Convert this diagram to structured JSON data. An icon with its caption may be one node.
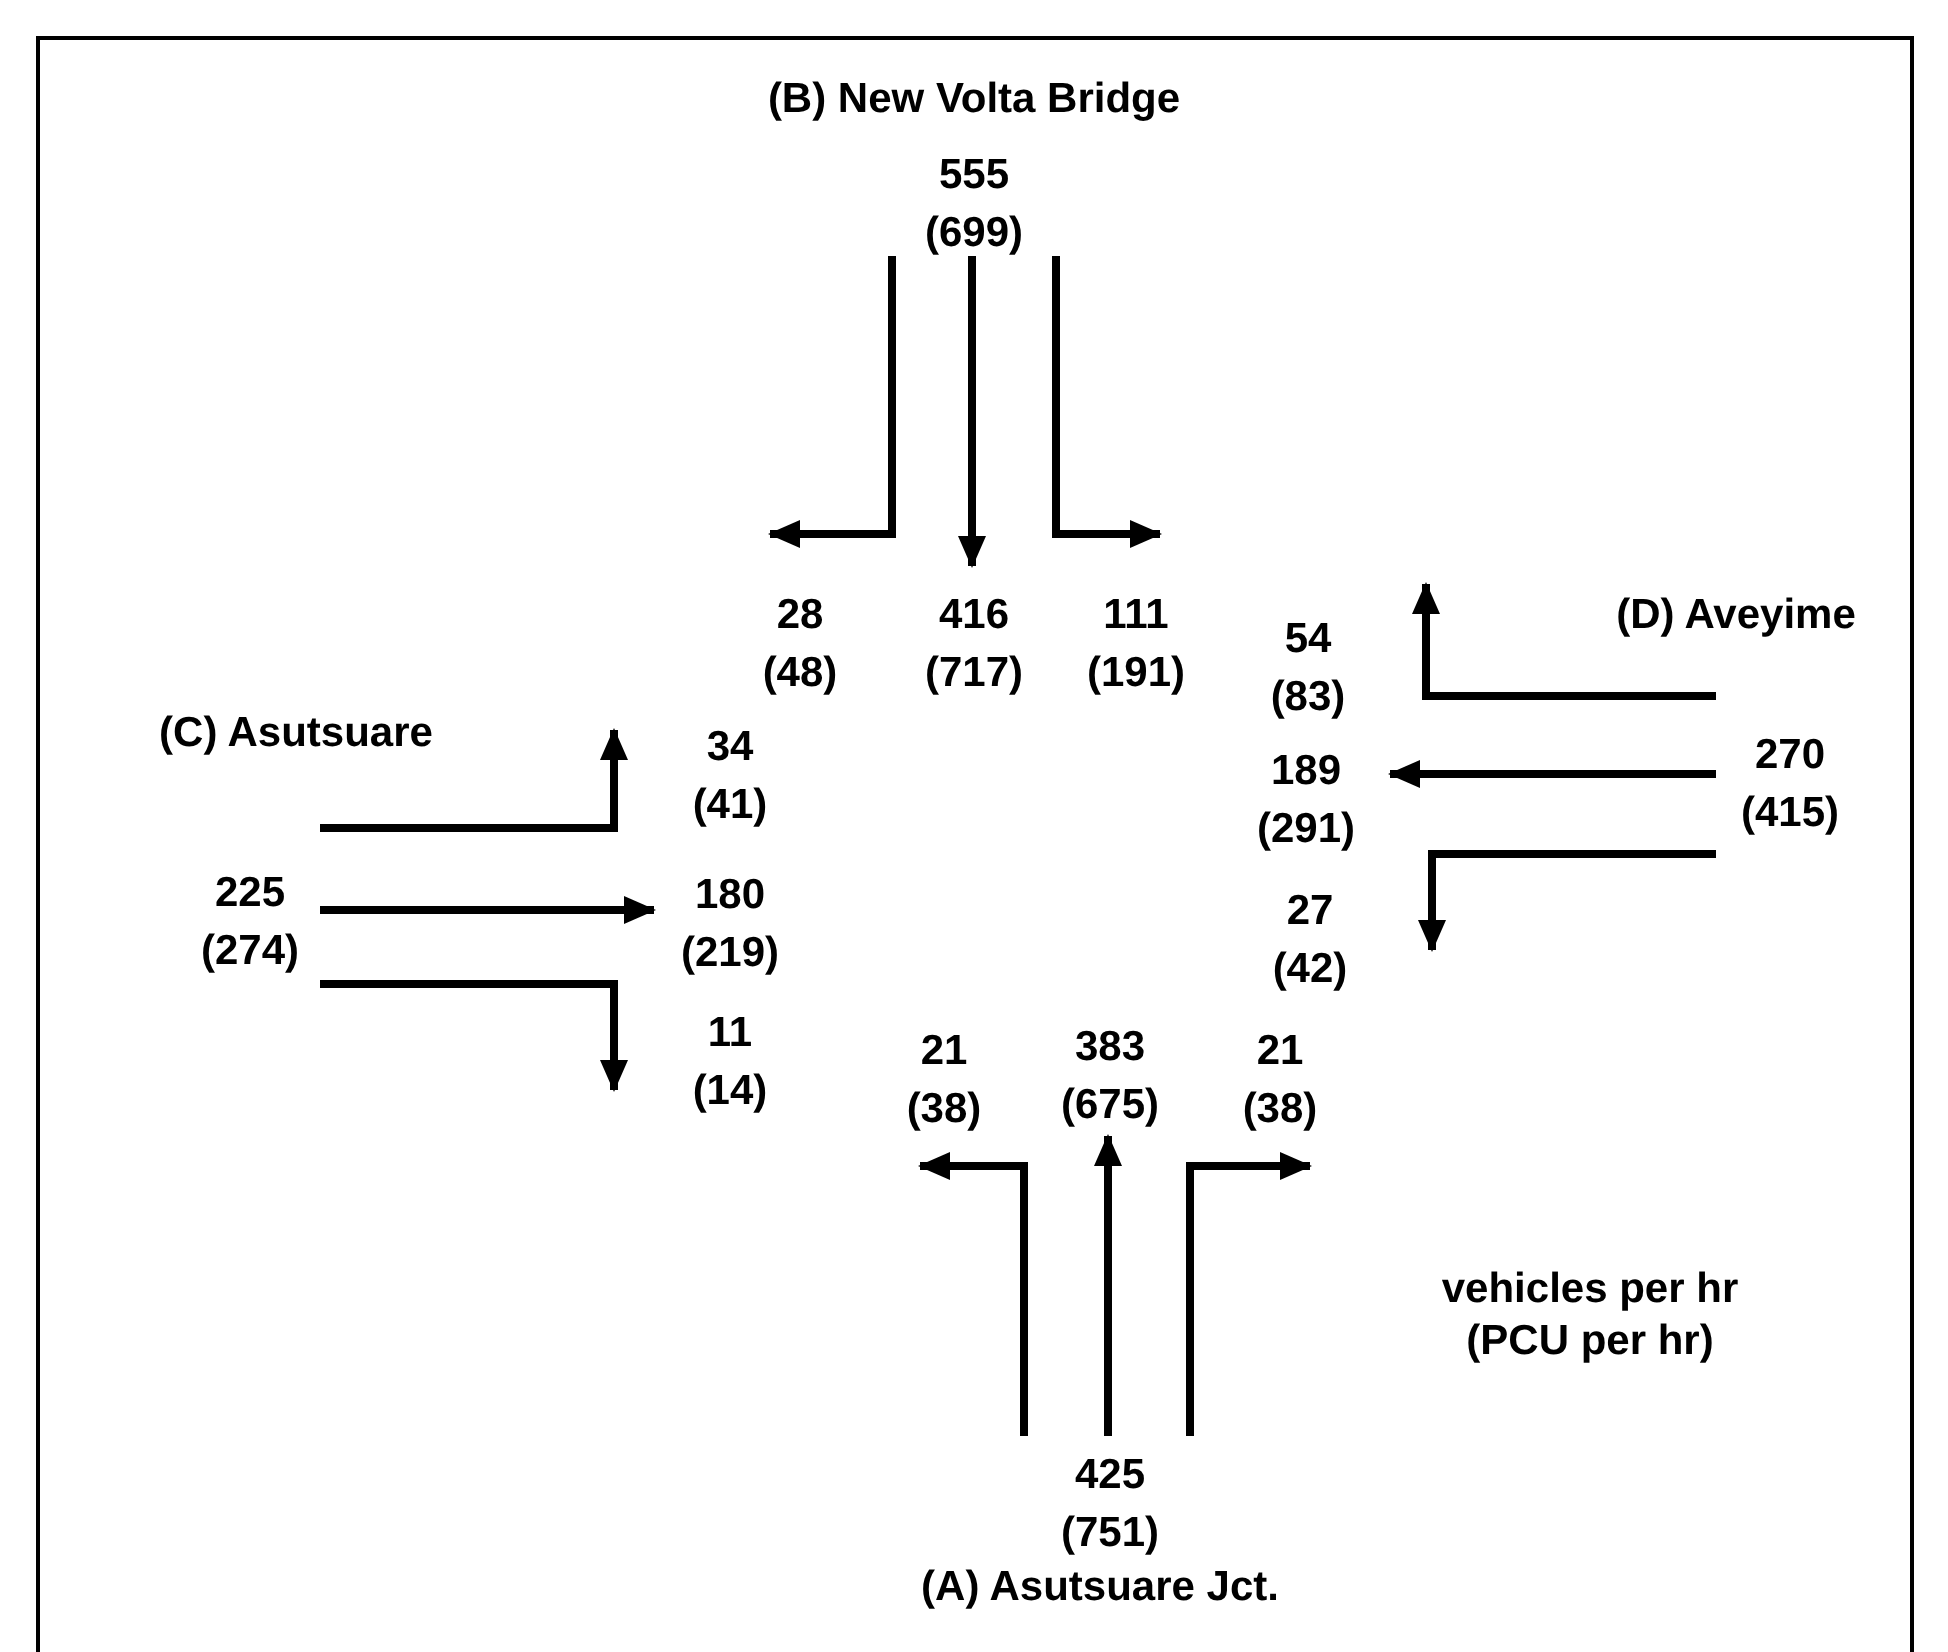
{
  "diagram": {
    "nodes": [
      {
        "text": [
          "555 (699)"
        ]
      },
      {
        "text": [
          "28 (48)"
        ]
      },
      {
        "text": [
          "416 (717)"
        ]
      },
      {
        "text": [
          "111 (191)"
        ]
      },
      {
        "text": [
          "270 (415)"
        ]
      },
      {
        "text": [
          "54 (83)"
        ]
      },
      {
        "text": [
          "189 (291)"
        ]
      },
      {
        "text": [
          "27 (42)"
        ]
      },
      {
        "text": [
          "225 (274)"
        ]
      },
      {
        "text": [
          "34 (41)"
        ]
      },
      {
        "text": [
          "180 (219)"
        ]
      },
      {
        "text": [
          "11 (14)"
        ]
      },
      {
        "text": [
          "425 (751)"
        ]
      },
      {
        "text": [
          "21 (38)"
        ]
      },
      {
        "text": [
          "383 (675)"
        ]
      },
      {
        "text": [
          "21 (38)"
        ]
      }
    ],
    "edges": [
      {
        "from": 0,
        "to": 1,
        "arrow": "to"
      },
      {
        "from": 0,
        "to": 2,
        "arrow": "to"
      },
      {
        "from": 0,
        "to": 3,
        "arrow": "to"
      },
      {
        "from": 4,
        "to": 5,
        "arrow": "to"
      },
      {
        "from": 4,
        "to": 6,
        "arrow": "to"
      },
      {
        "from": 4,
        "to": 7,
        "arrow": "to"
      },
      {
        "from": 8,
        "to": 9,
        "arrow": "to"
      },
      {
        "from": 8,
        "to": 10,
        "arrow": "to"
      },
      {
        "from": 8,
        "to": 11,
        "arrow": "to"
      },
      {
        "from": 12,
        "to": 13,
        "arrow": "to"
      },
      {
        "from": 12,
        "to": 14,
        "arrow": "to"
      },
      {
        "from": 12,
        "to": 15,
        "arrow": "to"
      }
    ],
    "labels": [
      "(B) New Volta Bridge",
      "(D) Aveyime",
      "(C) Asutsuare",
      "vehicles per hr (PCU per hr)",
      "(A) Asutsuare Jct."
    ]
  }
}
